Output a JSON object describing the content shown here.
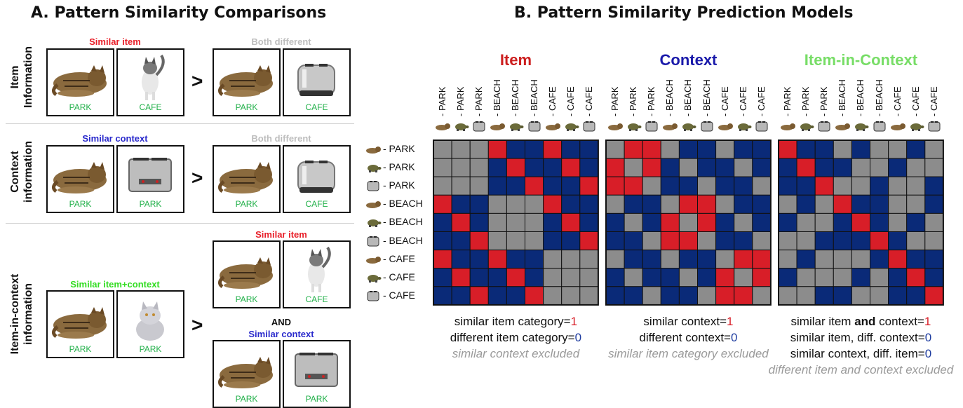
{
  "panel_a": {
    "title": "A. Pattern Similarity Comparisons",
    "rows": [
      {
        "label_lines": [
          "Item",
          "Information"
        ],
        "left_caption": "Similar item",
        "left_caption_color": "#e8202a",
        "left_boxes": [
          {
            "context": "PARK",
            "object": "cat-lying-icon"
          },
          {
            "context": "CAFE",
            "object": "kitten-standing-icon"
          }
        ],
        "gt": ">",
        "right_caption": "Both different",
        "right_caption_color": "#bdbdbd",
        "right_boxes": [
          {
            "context": "PARK",
            "object": "cat-lying-icon"
          },
          {
            "context": "CAFE",
            "object": "toaster-icon"
          }
        ]
      },
      {
        "label_lines": [
          "Context",
          "information"
        ],
        "left_caption": "Similar context",
        "left_caption_color": "#2a2acc",
        "left_boxes": [
          {
            "context": "PARK",
            "object": "cat-lying-icon"
          },
          {
            "context": "PARK",
            "object": "toaster4-icon"
          }
        ],
        "gt": ">",
        "right_caption": "Both different",
        "right_caption_color": "#bdbdbd",
        "right_boxes": [
          {
            "context": "PARK",
            "object": "cat-lying-icon"
          },
          {
            "context": "CAFE",
            "object": "toaster-icon"
          }
        ]
      },
      {
        "label_lines": [
          "Item-in-context",
          "information"
        ],
        "left_caption": "Similar item+context",
        "left_caption_color": "#33dd22",
        "left_boxes": [
          {
            "context": "PARK",
            "object": "cat-lying-icon"
          },
          {
            "context": "PARK",
            "object": "kitten-sitting-icon"
          }
        ],
        "gt": ">",
        "right_top_caption": "Similar item",
        "right_top_caption_color": "#e8202a",
        "right_top_boxes": [
          {
            "context": "PARK",
            "object": "cat-lying-icon"
          },
          {
            "context": "CAFE",
            "object": "kitten-standing-icon"
          }
        ],
        "and_label": "AND",
        "right_bottom_caption": "Similar context",
        "right_bottom_caption_color": "#2a2acc",
        "right_bottom_boxes": [
          {
            "context": "PARK",
            "object": "cat-lying-icon"
          },
          {
            "context": "PARK",
            "object": "toaster4-icon"
          }
        ]
      }
    ]
  },
  "panel_b": {
    "title": "B. Pattern Similarity Prediction Models",
    "colors": {
      "one": "#d81e28",
      "zero": "#0a2a78",
      "excluded": "#8c8c8c"
    },
    "column_labels": [
      "- PARK",
      "- PARK",
      "- PARK",
      "- BEACH",
      "- BEACH",
      "- BEACH",
      "- CAFE",
      "- CAFE",
      "- CAFE"
    ],
    "row_labels": [
      "- PARK",
      "- PARK",
      "- PARK",
      "- BEACH",
      "- BEACH",
      "- BEACH",
      "- CAFE",
      "- CAFE",
      "- CAFE"
    ],
    "row_icons": [
      "cat-icon",
      "turtle-icon",
      "toaster-icon",
      "cat-icon",
      "turtle-icon",
      "toaster-icon",
      "cat-icon",
      "turtle-icon",
      "toaster-icon"
    ],
    "matrices": [
      {
        "title": "Item",
        "title_color": "#cc1f1f",
        "legend": [
          {
            "text": "similar item category=",
            "value": "1",
            "kind": "one"
          },
          {
            "text": "different item category=",
            "value": "0",
            "kind": "zero"
          },
          {
            "text": "similar context excluded",
            "kind": "excluded"
          }
        ],
        "cells": [
          [
            -1,
            -1,
            -1,
            1,
            0,
            0,
            1,
            0,
            0
          ],
          [
            -1,
            -1,
            -1,
            0,
            1,
            0,
            0,
            1,
            0
          ],
          [
            -1,
            -1,
            -1,
            0,
            0,
            1,
            0,
            0,
            1
          ],
          [
            1,
            0,
            0,
            -1,
            -1,
            -1,
            1,
            0,
            0
          ],
          [
            0,
            1,
            0,
            -1,
            -1,
            -1,
            0,
            1,
            0
          ],
          [
            0,
            0,
            1,
            -1,
            -1,
            -1,
            0,
            0,
            1
          ],
          [
            1,
            0,
            0,
            1,
            0,
            0,
            -1,
            -1,
            -1
          ],
          [
            0,
            1,
            0,
            0,
            1,
            0,
            -1,
            -1,
            -1
          ],
          [
            0,
            0,
            1,
            0,
            0,
            1,
            -1,
            -1,
            -1
          ]
        ]
      },
      {
        "title": "Context",
        "title_color": "#1a1aaa",
        "legend": [
          {
            "text": "similar context=",
            "value": "1",
            "kind": "one"
          },
          {
            "text": "different context=",
            "value": "0",
            "kind": "zero"
          },
          {
            "text": "similar item category excluded",
            "kind": "excluded"
          }
        ],
        "cells": [
          [
            -1,
            1,
            1,
            -1,
            0,
            0,
            -1,
            0,
            0
          ],
          [
            1,
            -1,
            1,
            0,
            -1,
            0,
            0,
            -1,
            0
          ],
          [
            1,
            1,
            -1,
            0,
            0,
            -1,
            0,
            0,
            -1
          ],
          [
            -1,
            0,
            0,
            -1,
            1,
            1,
            -1,
            0,
            0
          ],
          [
            0,
            -1,
            0,
            1,
            -1,
            1,
            0,
            -1,
            0
          ],
          [
            0,
            0,
            -1,
            1,
            1,
            -1,
            0,
            0,
            -1
          ],
          [
            -1,
            0,
            0,
            -1,
            0,
            0,
            -1,
            1,
            1
          ],
          [
            0,
            -1,
            0,
            0,
            -1,
            0,
            1,
            -1,
            1
          ],
          [
            0,
            0,
            -1,
            0,
            0,
            -1,
            1,
            1,
            -1
          ]
        ]
      },
      {
        "title": "Item-in-Context",
        "title_color": "#77dd66",
        "legend": [
          {
            "text": "similar item ",
            "bold": "and",
            "text2": " context=",
            "value": "1",
            "kind": "one"
          },
          {
            "text": "similar item, diff. context=",
            "value": "0",
            "kind": "zero"
          },
          {
            "text": "similar context, diff. item=",
            "value": "0",
            "kind": "zero"
          },
          {
            "text": "different item and context excluded",
            "kind": "excluded"
          }
        ],
        "cells": [
          [
            1,
            0,
            0,
            -1,
            0,
            -1,
            -1,
            0,
            -1
          ],
          [
            0,
            1,
            0,
            0,
            -1,
            -1,
            0,
            -1,
            -1
          ],
          [
            0,
            0,
            1,
            -1,
            -1,
            0,
            -1,
            -1,
            0
          ],
          [
            -1,
            0,
            -1,
            1,
            0,
            0,
            -1,
            -1,
            0
          ],
          [
            0,
            -1,
            -1,
            0,
            1,
            0,
            -1,
            0,
            -1
          ],
          [
            -1,
            -1,
            0,
            0,
            0,
            1,
            0,
            -1,
            -1
          ],
          [
            -1,
            0,
            -1,
            -1,
            -1,
            0,
            1,
            0,
            0
          ],
          [
            0,
            -1,
            -1,
            -1,
            0,
            -1,
            0,
            1,
            0
          ],
          [
            -1,
            -1,
            0,
            0,
            -1,
            -1,
            0,
            0,
            1
          ]
        ]
      }
    ]
  }
}
